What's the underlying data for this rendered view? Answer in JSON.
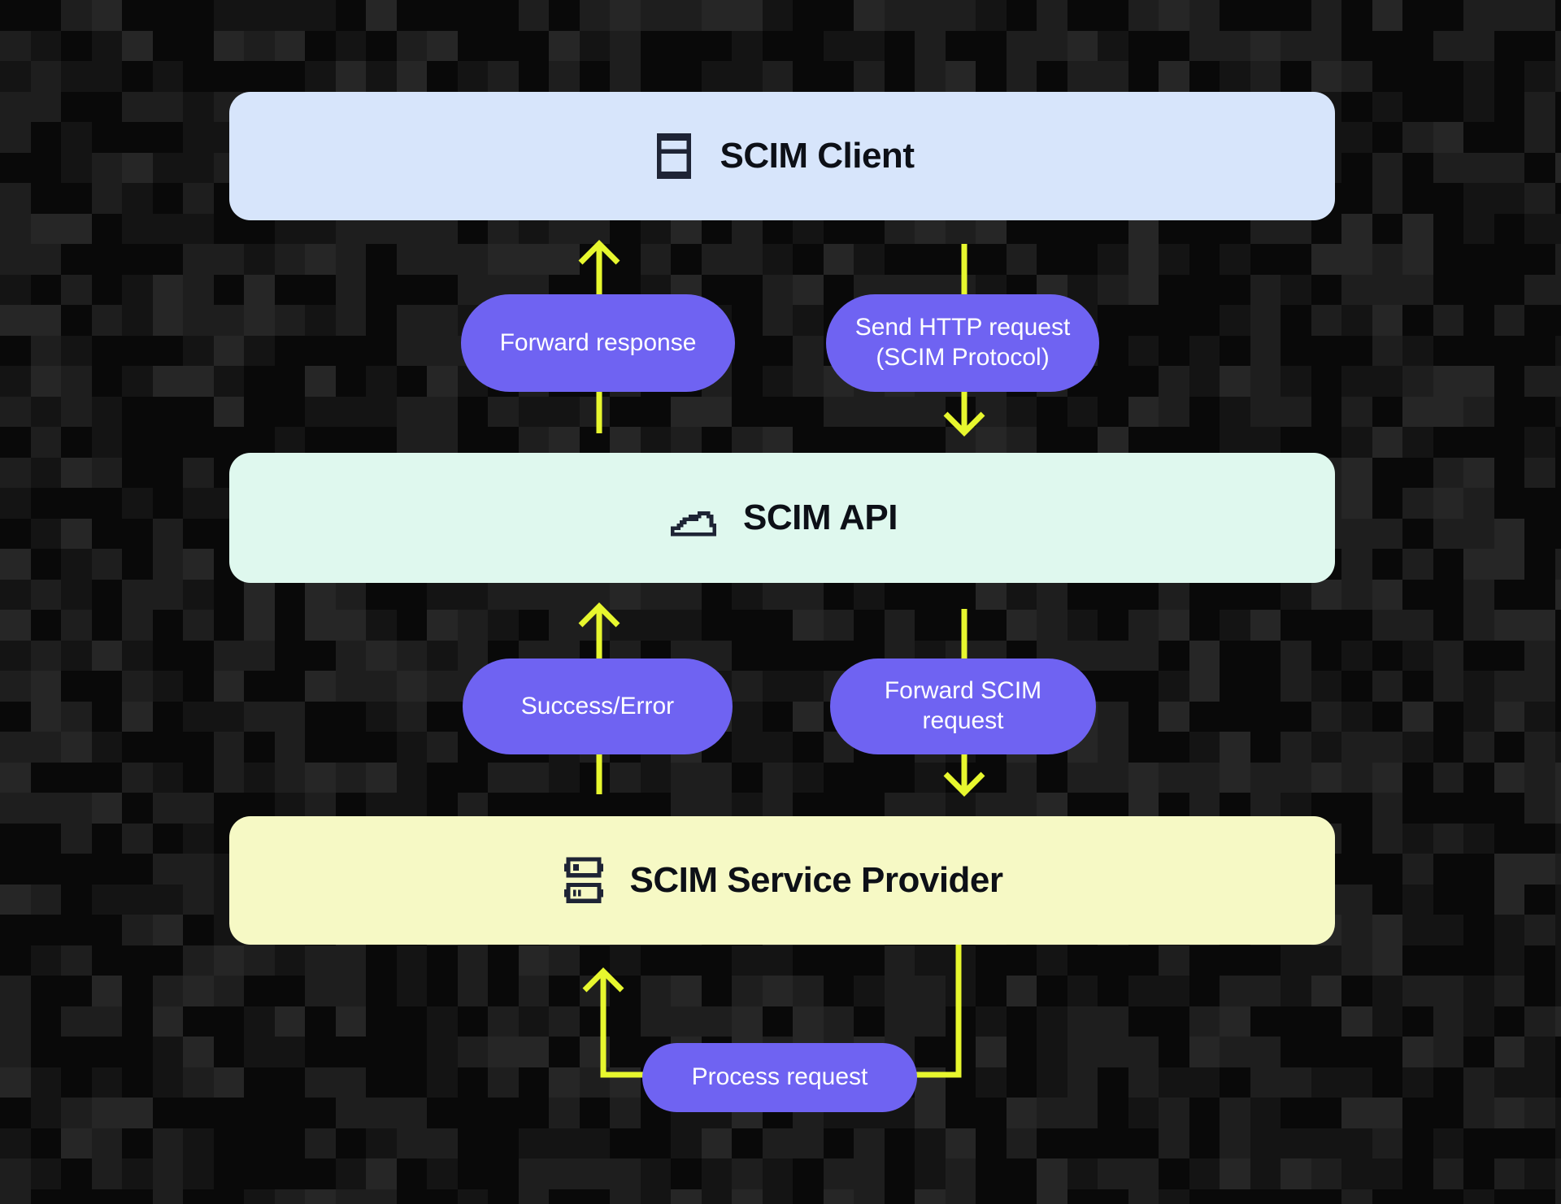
{
  "background": {
    "base_color": "#101010",
    "mosaic_palette": [
      "#090909",
      "#141414",
      "#1e1e1e",
      "#262626"
    ],
    "mosaic_weights": [
      0.4,
      0.18,
      0.3,
      0.12
    ],
    "cell_size": 37.5
  },
  "diagram": {
    "nodes": [
      {
        "label": "SCIM Client",
        "icon": "browser-icon",
        "bg": "#D7E5FB"
      },
      {
        "label": "SCIM API",
        "icon": "cloud-icon",
        "bg": "#DFF8EE"
      },
      {
        "label": "SCIM Service Provider",
        "icon": "server-icon",
        "bg": "#F6F9C5"
      }
    ],
    "edges": [
      {
        "label": "Forward response",
        "direction": "up",
        "from": "SCIM API",
        "to": "SCIM Client"
      },
      {
        "label": "Send HTTP request\n(SCIM Protocol)",
        "direction": "down",
        "from": "SCIM Client",
        "to": "SCIM API"
      },
      {
        "label": "Success/Error",
        "direction": "up",
        "from": "SCIM Service Provider",
        "to": "SCIM API"
      },
      {
        "label": "Forward SCIM\nrequest",
        "direction": "down",
        "from": "SCIM API",
        "to": "SCIM Service Provider"
      },
      {
        "label": "Process request",
        "direction": "loop",
        "from": "SCIM Service Provider",
        "to": "SCIM Service Provider"
      }
    ],
    "colors": {
      "pill": "#6F63F2",
      "pill_text": "#FFFFFF",
      "arrow": "#E7F72E",
      "icon": "#1E2435",
      "node_text": "#0D1017"
    }
  }
}
